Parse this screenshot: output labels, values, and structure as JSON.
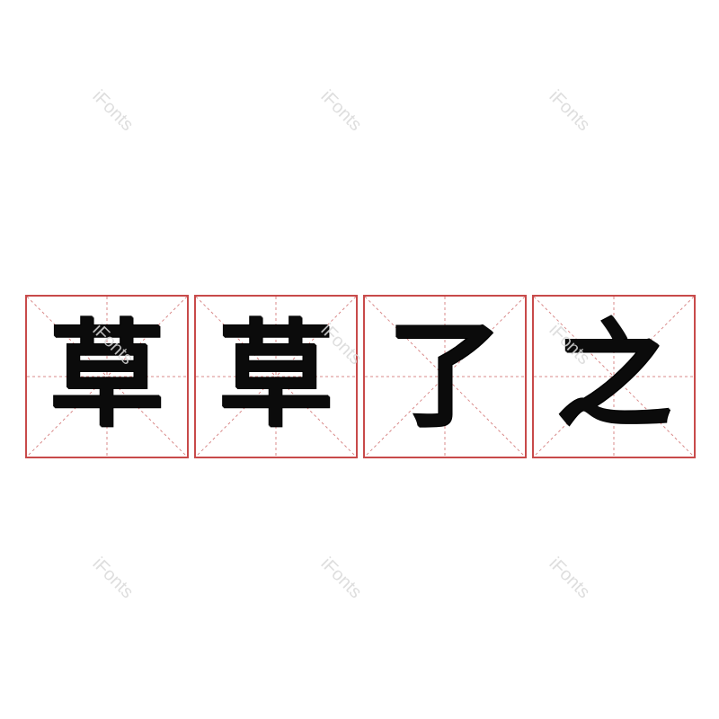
{
  "watermark": {
    "text": "iFonts",
    "color": "#d9d9d9"
  },
  "grid": {
    "border_color": "#c84a4a",
    "guide_color": "#d98a8a"
  },
  "characters": [
    {
      "char": "草"
    },
    {
      "char": "草"
    },
    {
      "char": "了"
    },
    {
      "char": "之"
    }
  ]
}
